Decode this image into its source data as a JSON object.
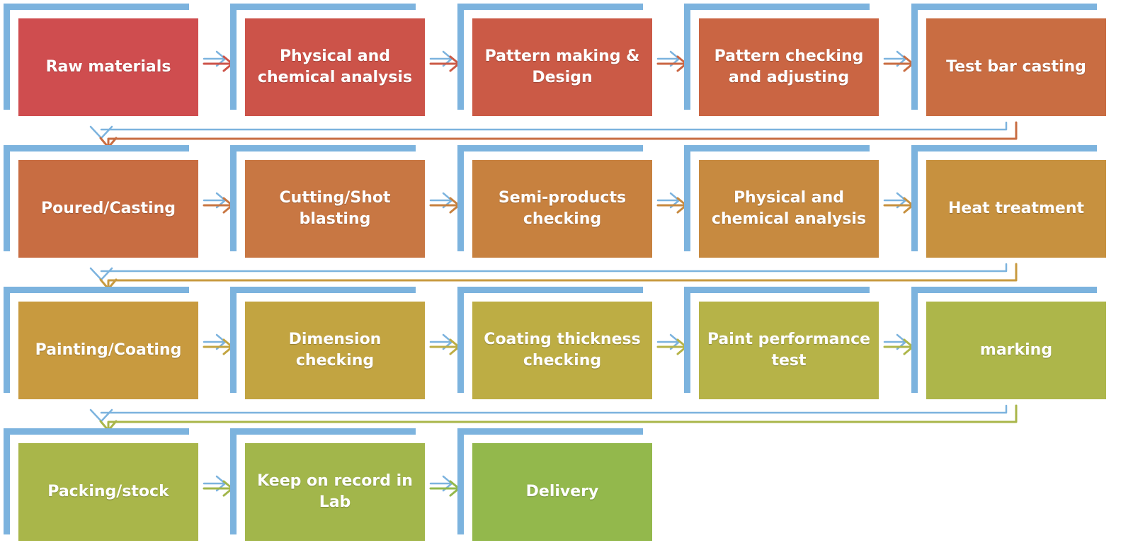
{
  "steps": [
    {
      "label": "Raw materials",
      "color": "#cf4d4f"
    },
    {
      "label": "Physical and chemical analysis",
      "color": "#cc5349"
    },
    {
      "label": "Pattern making & Design",
      "color": "#cb5a46"
    },
    {
      "label": "Pattern checking and adjusting",
      "color": "#ca6543"
    },
    {
      "label": "Test bar casting",
      "color": "#c96d42"
    },
    {
      "label": "Poured/Casting",
      "color": "#c86d42"
    },
    {
      "label": "Cutting/Shot blasting",
      "color": "#c87743"
    },
    {
      "label": "Semi-products checking",
      "color": "#c7813f"
    },
    {
      "label": "Physical and chemical analysis",
      "color": "#c78a40"
    },
    {
      "label": "Heat treatment",
      "color": "#c7913f"
    },
    {
      "label": "Painting/Coating",
      "color": "#c89a3f"
    },
    {
      "label": "Dimension checking",
      "color": "#c2a441"
    },
    {
      "label": "Coating thickness checking",
      "color": "#bdad44"
    },
    {
      "label": "Paint performance test",
      "color": "#b6b348"
    },
    {
      "label": "marking",
      "color": "#adb64a"
    },
    {
      "label": "Packing/stock",
      "color": "#a9b64a"
    },
    {
      "label": "Keep on record in Lab",
      "color": "#a2b64b"
    },
    {
      "label": "Delivery",
      "color": "#93b84c"
    }
  ],
  "colors": {
    "frame": "#7cb3de",
    "arrow_shadow": "#7cb3de"
  }
}
